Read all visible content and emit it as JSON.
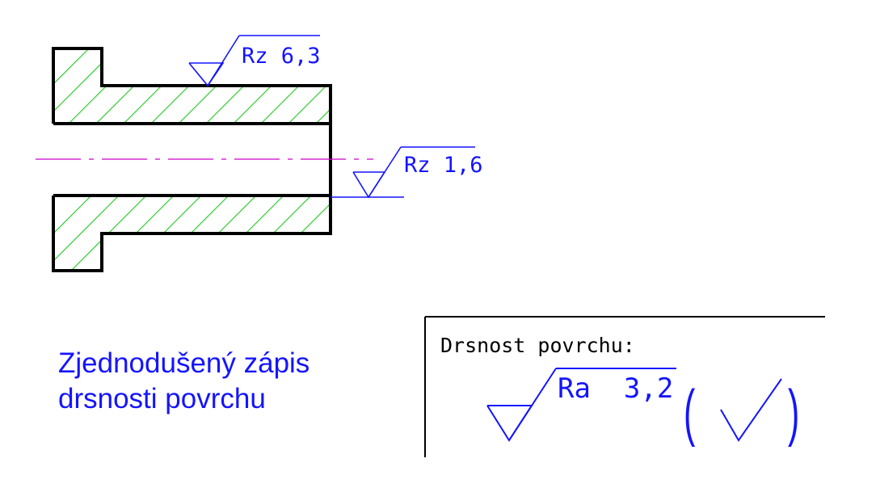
{
  "drawing": {
    "outer_surface_label": "Rz 6,3",
    "bore_surface_label": "Rz 1,6"
  },
  "caption": {
    "line1": "Zjednodušený zápis",
    "line2": "drsnosti povrchu"
  },
  "title_block": {
    "heading": "Drsnost povrchu:",
    "general_value": "Ra  3,2",
    "paren_open": "(",
    "paren_close": ")"
  },
  "colors": {
    "outline": "#000000",
    "hatch": "#33cc33",
    "centerline": "#cc00cc",
    "symbol": "#1414ff"
  }
}
